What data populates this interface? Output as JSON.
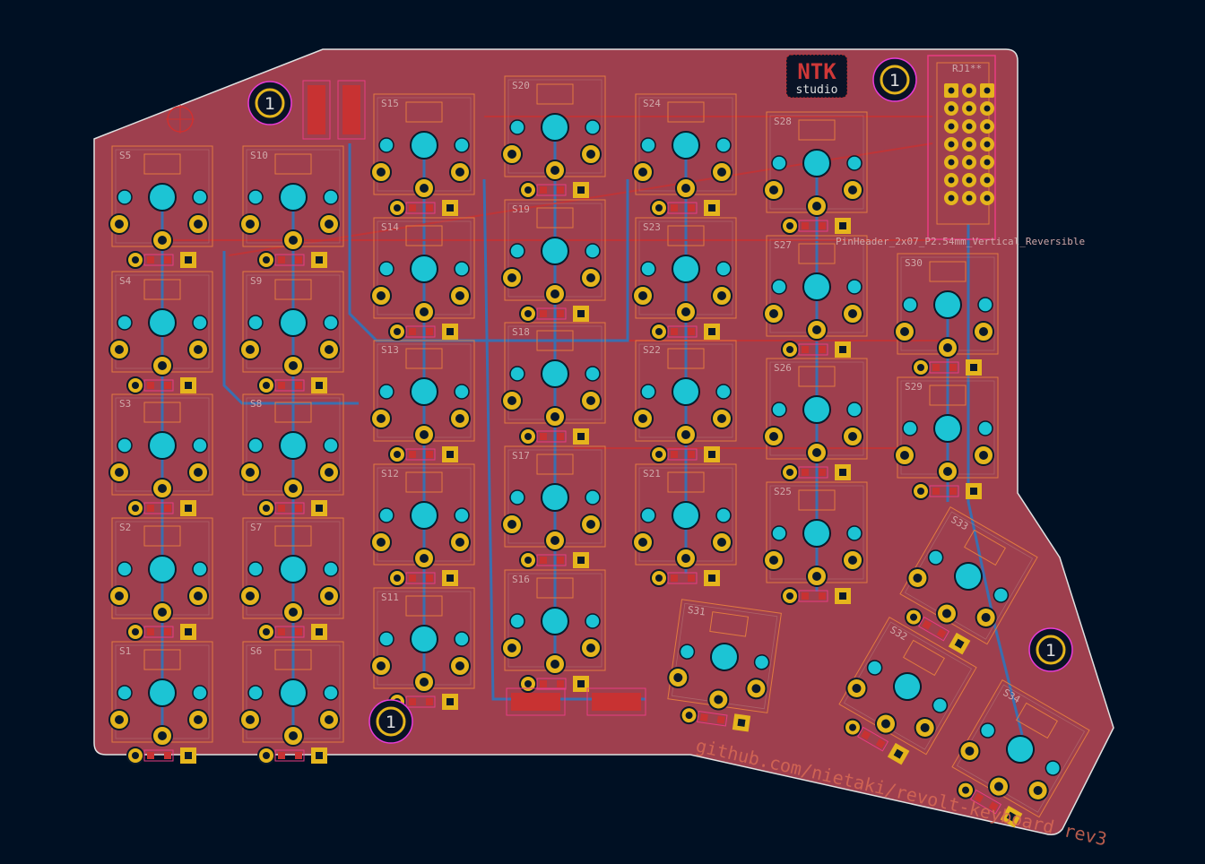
{
  "board": {
    "branding_top": "NTK",
    "branding_bottom": "studio",
    "url_text": "github.com/nietaki/revolt-keyboard rev3",
    "connector_ref": "RJ1**",
    "connector_footprint": "PinHeader_2x07_P2.54mm_Vertical_Reversible",
    "mount_hole_label": "1",
    "colors": {
      "background": "#001023",
      "copper": "#9e3f4e",
      "front_trace": "#c83232",
      "back_trace": "#3a6fb0",
      "pad": "#e5b51d",
      "via": "#1cc4d4",
      "outline": "#d9d9d9"
    }
  },
  "switches": [
    "S1",
    "S2",
    "S3",
    "S4",
    "S5",
    "S6",
    "S7",
    "S8",
    "S9",
    "S10",
    "S11",
    "S12",
    "S13",
    "S14",
    "S15",
    "S16",
    "S17",
    "S18",
    "S19",
    "S20",
    "S21",
    "S22",
    "S23",
    "S24",
    "S25",
    "S26",
    "S27",
    "S28",
    "S29",
    "S30",
    "S31",
    "S32",
    "S33",
    "S34"
  ]
}
